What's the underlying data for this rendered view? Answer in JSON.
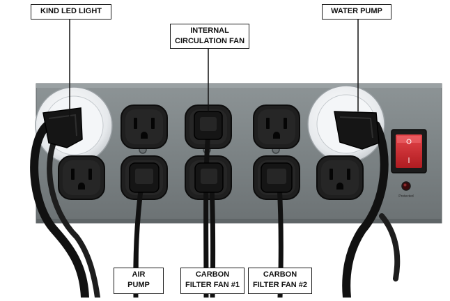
{
  "labels": {
    "kind_led_light": "KIND LED LIGHT",
    "internal_circulation_fan": {
      "line1": "INTERNAL",
      "line2": "CIRCULATION FAN"
    },
    "water_pump": "WATER PUMP",
    "air_pump": {
      "line1": "AIR",
      "line2": "PUMP"
    },
    "carbon_filter_fan_1": {
      "line1": "CARBON",
      "line2": "FILTER FAN #1"
    },
    "carbon_filter_fan_2": {
      "line1": "CARBON",
      "line2": "FILTER FAN #2"
    }
  },
  "panel": {
    "indicator_text": "Protected"
  },
  "colors": {
    "panel": "#7f8688",
    "outlet": "#1c1c1c",
    "switch": "#d3262b",
    "cord": "#111111",
    "protected_outlet": "#e9ecef"
  }
}
